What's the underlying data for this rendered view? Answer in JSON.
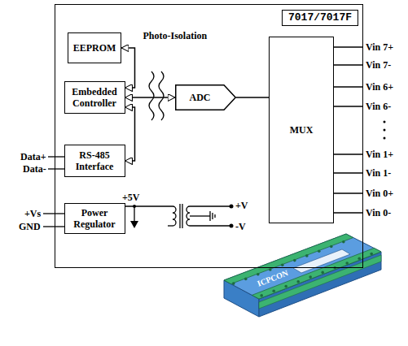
{
  "diagram": {
    "nodes": [
      {
        "text": [
          "7017/7017F"
        ]
      },
      {
        "text": [
          "EEPROM"
        ],
        "in": 0
      },
      {
        "text": [
          "Embedded Controller"
        ],
        "in": 0
      },
      {
        "text": [
          "RS-485 Interface"
        ],
        "in": 0
      },
      {
        "text": [
          "Power Regulator"
        ],
        "in": 0
      },
      {
        "text": [
          "ADC"
        ],
        "in": 0
      },
      {
        "text": [
          "MUX"
        ],
        "in": 0
      }
    ],
    "edges": [
      {
        "from": 2,
        "to": 1,
        "arrow": "both"
      },
      {
        "from": 2,
        "to": 5,
        "arrow": "both",
        "label": "Photo-Isolation"
      },
      {
        "from": 2,
        "to": 3,
        "arrow": "both"
      },
      {
        "from": 6,
        "to": 5,
        "arrow": "none"
      }
    ],
    "labels": [
      "Data+",
      "Data-",
      "+Vs",
      "GND",
      "+5V",
      "+V",
      "-V",
      "Vin 7+",
      "Vin 7-",
      "Vin 6+",
      "Vin 6-",
      "Vin 1+",
      "Vin 1-",
      "Vin 0+",
      "Vin 0-",
      "ICPCON"
    ]
  }
}
